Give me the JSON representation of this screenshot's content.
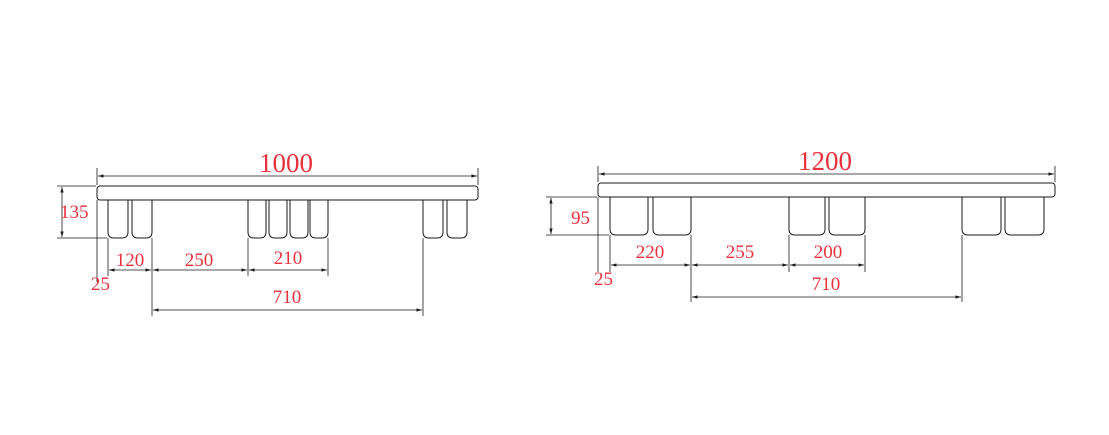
{
  "colors": {
    "dimension_text": "#e8323c",
    "lines": "#1a1a1a",
    "background": "#ffffff"
  },
  "left_pallet": {
    "length": "1000",
    "height": "135",
    "edge_offset": "25",
    "dim_a": "120",
    "dim_b": "250",
    "dim_c": "210",
    "span": "710"
  },
  "right_pallet": {
    "length": "1200",
    "height": "95",
    "edge_offset": "25",
    "dim_a": "220",
    "dim_b": "255",
    "dim_c": "200",
    "span": "710"
  }
}
